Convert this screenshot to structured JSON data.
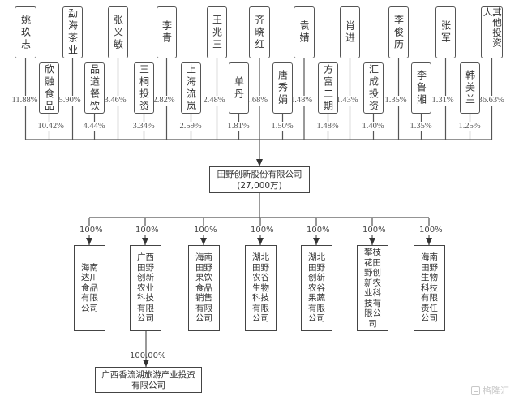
{
  "shareholders_top": [
    {
      "name": "姚玖志",
      "pct": "11.88%"
    },
    {
      "name": "勐海茶业",
      "pct": "5.90%"
    },
    {
      "name": "张义敏",
      "pct": "3.46%"
    },
    {
      "name": "李青",
      "pct": "2.82%"
    },
    {
      "name": "王兆三",
      "pct": "2.48%"
    },
    {
      "name": "齐晓红",
      "pct": "1.68%"
    },
    {
      "name": "袁婧",
      "pct": "1.48%"
    },
    {
      "name": "肖进",
      "pct": "1.43%"
    },
    {
      "name": "李俊历",
      "pct": "1.35%"
    },
    {
      "name": "张军",
      "pct": "1.31%"
    },
    {
      "name": "其他投资人",
      "pct": "36.63%"
    }
  ],
  "shareholders_bottom": [
    {
      "name": "欣融食品",
      "pct": "10.42%"
    },
    {
      "name": "品道餐饮",
      "pct": "4.44%"
    },
    {
      "name": "三桐投资",
      "pct": "3.34%"
    },
    {
      "name": "上海流岚",
      "pct": "2.59%"
    },
    {
      "name": "单丹",
      "pct": "1.81%"
    },
    {
      "name": "唐秀娟",
      "pct": "1.50%"
    },
    {
      "name": "方富二期",
      "pct": "1.48%"
    },
    {
      "name": "汇成投资",
      "pct": "1.40%"
    },
    {
      "name": "李鲁湘",
      "pct": "1.35%"
    },
    {
      "name": "韩美兰",
      "pct": "1.25%"
    }
  ],
  "company": {
    "name": "田野创新股份有限公司",
    "capital": "(27,000万)"
  },
  "subsidiaries": [
    {
      "name": "海南达川食品有限公司",
      "pct": "100%"
    },
    {
      "name": "广西田野创新农业科技有限公司",
      "pct": "100%"
    },
    {
      "name": "海南田野果饮食品销售有限公司",
      "pct": "100%"
    },
    {
      "name": "湖北田野农谷生物科技有限公司",
      "pct": "100%"
    },
    {
      "name": "湖北田野创新农谷果蔬有限公司",
      "pct": "100%"
    },
    {
      "name": "攀枝花田野创新农业科技有限公司",
      "pct": "100%"
    },
    {
      "name": "海南田野生物科技有限责任公司",
      "pct": "100%"
    }
  ],
  "grandchild": {
    "name": "广西香流湖旅游产业投资有限公司",
    "pct": "100.00%"
  },
  "watermark": "格隆汇"
}
